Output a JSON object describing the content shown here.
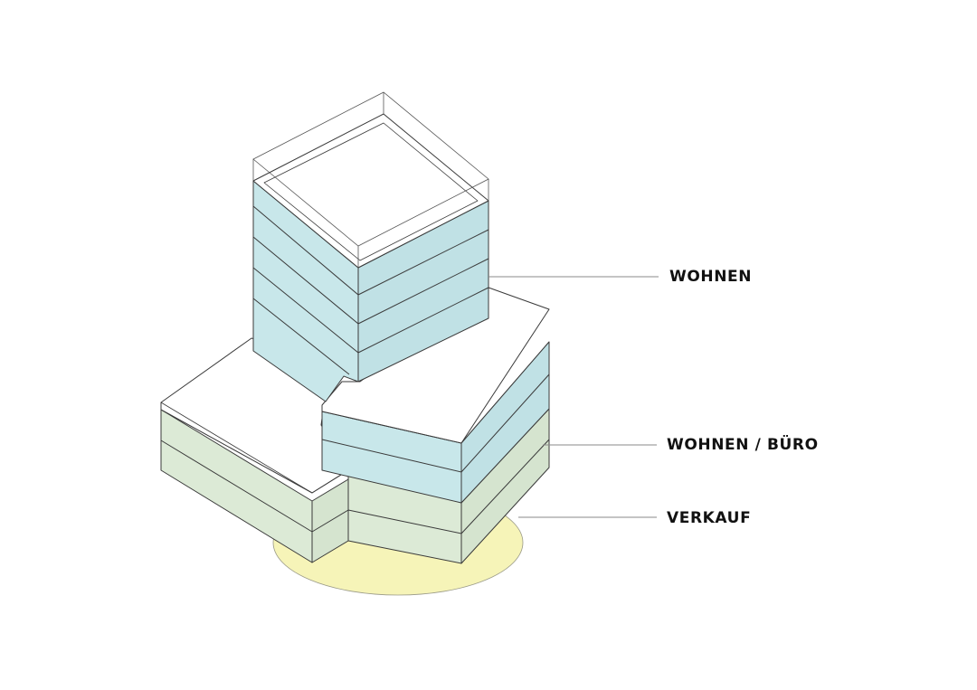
{
  "labels": {
    "residential": "WOHNEN",
    "residential_office": "WOHNEN / BÜRO",
    "retail": "VERKAUF"
  },
  "colors": {
    "residential": "#c8e7ea",
    "mixed": "#dcead6",
    "retail_base": "#f6f4b8",
    "roof": "#ffffff",
    "stroke": "#3a3a3a",
    "leader": "#8a8a8a",
    "text": "#111111"
  }
}
